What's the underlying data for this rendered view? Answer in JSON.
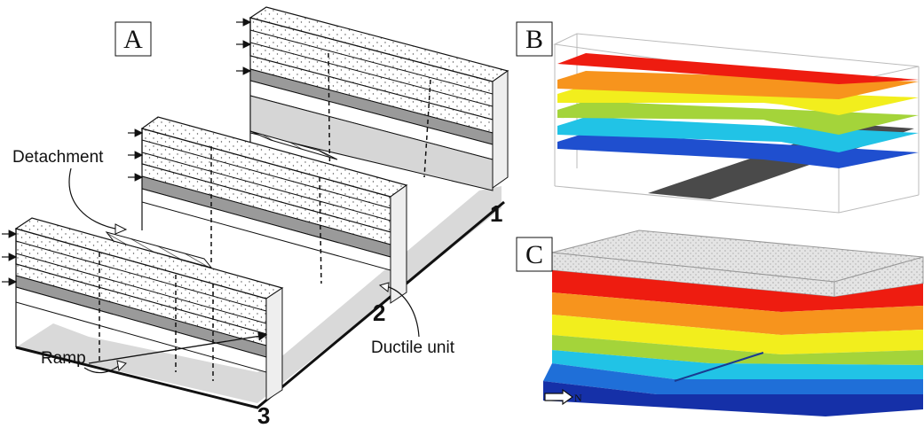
{
  "panels": {
    "a": {
      "label": "A"
    },
    "b": {
      "label": "B"
    },
    "c": {
      "label": "C"
    }
  },
  "annotations": {
    "detachment": "Detachment",
    "ductile_unit": "Ductile unit",
    "ramp": "Ramp",
    "section_1": "1",
    "section_2": "2",
    "section_3": "3",
    "north": "N"
  },
  "colors": {
    "red": "#ee1c10",
    "orange": "#f7941d",
    "yellow": "#f2ee1d",
    "green": "#a4d43a",
    "cyan": "#21c3e6",
    "blue": "#1f4fcf",
    "dark_blue": "#1530a8",
    "fault": "#4a4a4a",
    "gray_layer": "#9a9a9a",
    "floor": "#d6d6d6"
  }
}
